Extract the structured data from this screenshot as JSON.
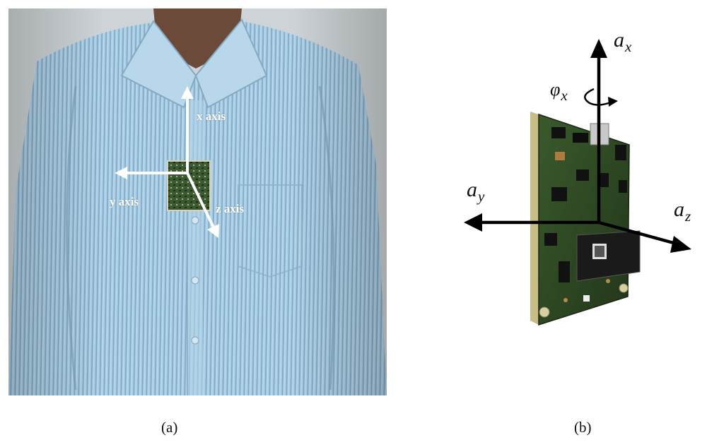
{
  "panel_a": {
    "axis_labels": {
      "x": "x axis",
      "y": "y axis",
      "z": "z axis"
    },
    "caption": "(a)"
  },
  "panel_b": {
    "axes": {
      "ax": {
        "base": "a",
        "sub": "x"
      },
      "ay": {
        "base": "a",
        "sub": "y"
      },
      "az": {
        "base": "a",
        "sub": "z"
      },
      "phi": {
        "base": "φ",
        "sub": "x"
      }
    },
    "caption": "(b)"
  },
  "colors": {
    "shirt": "#aacbe0",
    "board": "#2f4a25",
    "arrow_a": "#ffffff",
    "arrow_b": "#000000"
  }
}
